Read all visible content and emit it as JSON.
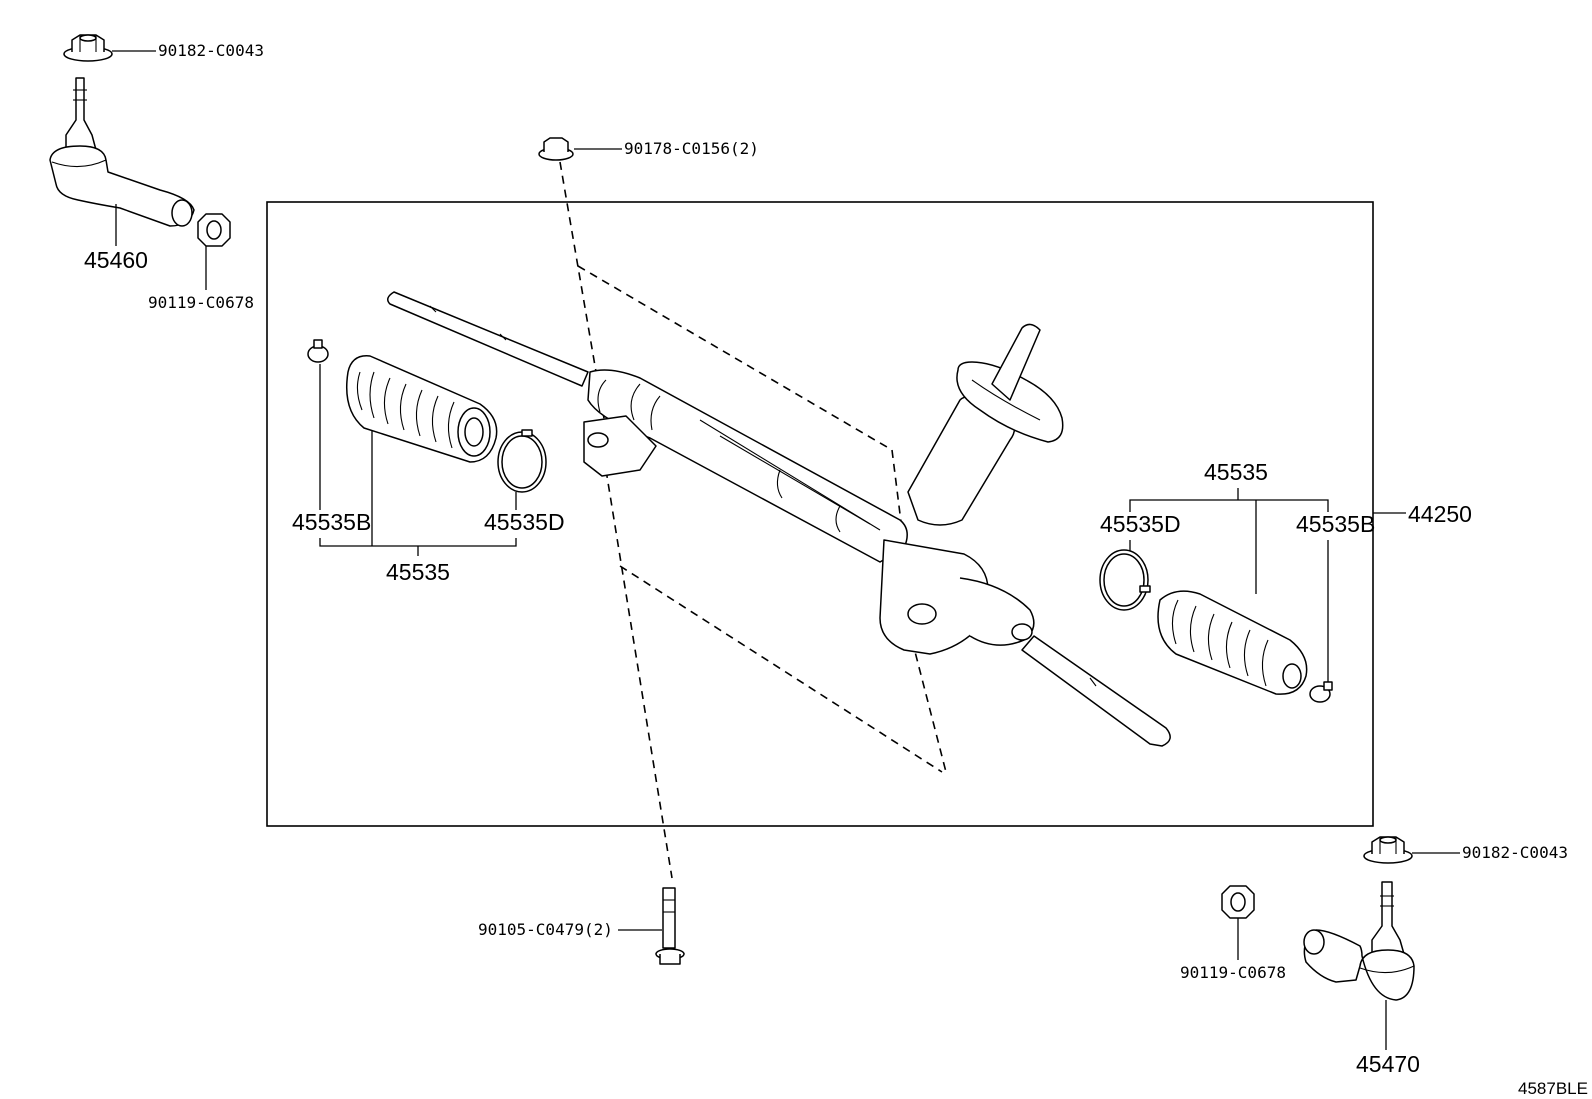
{
  "labels": {
    "nut_top": "90182-C0043",
    "tie_rod_end_lh": "45460",
    "nut_lh": "90119-C0678",
    "nut_bracket": "90178-C0156(2)",
    "rack_assembly": "44250",
    "boot_lh_boot": "45535B",
    "boot_lh_clamp": "45535D",
    "boot_lh_set": "45535",
    "boot_rh_set": "45535",
    "boot_rh_clamp": "45535D",
    "boot_rh_boot": "45535B",
    "bolt": "90105-C0479(2)",
    "nut_bottom": "90182-C0043",
    "nut_rh": "90119-C0678",
    "tie_rod_end_rh": "45470"
  },
  "diagram_code": "4587BLE"
}
